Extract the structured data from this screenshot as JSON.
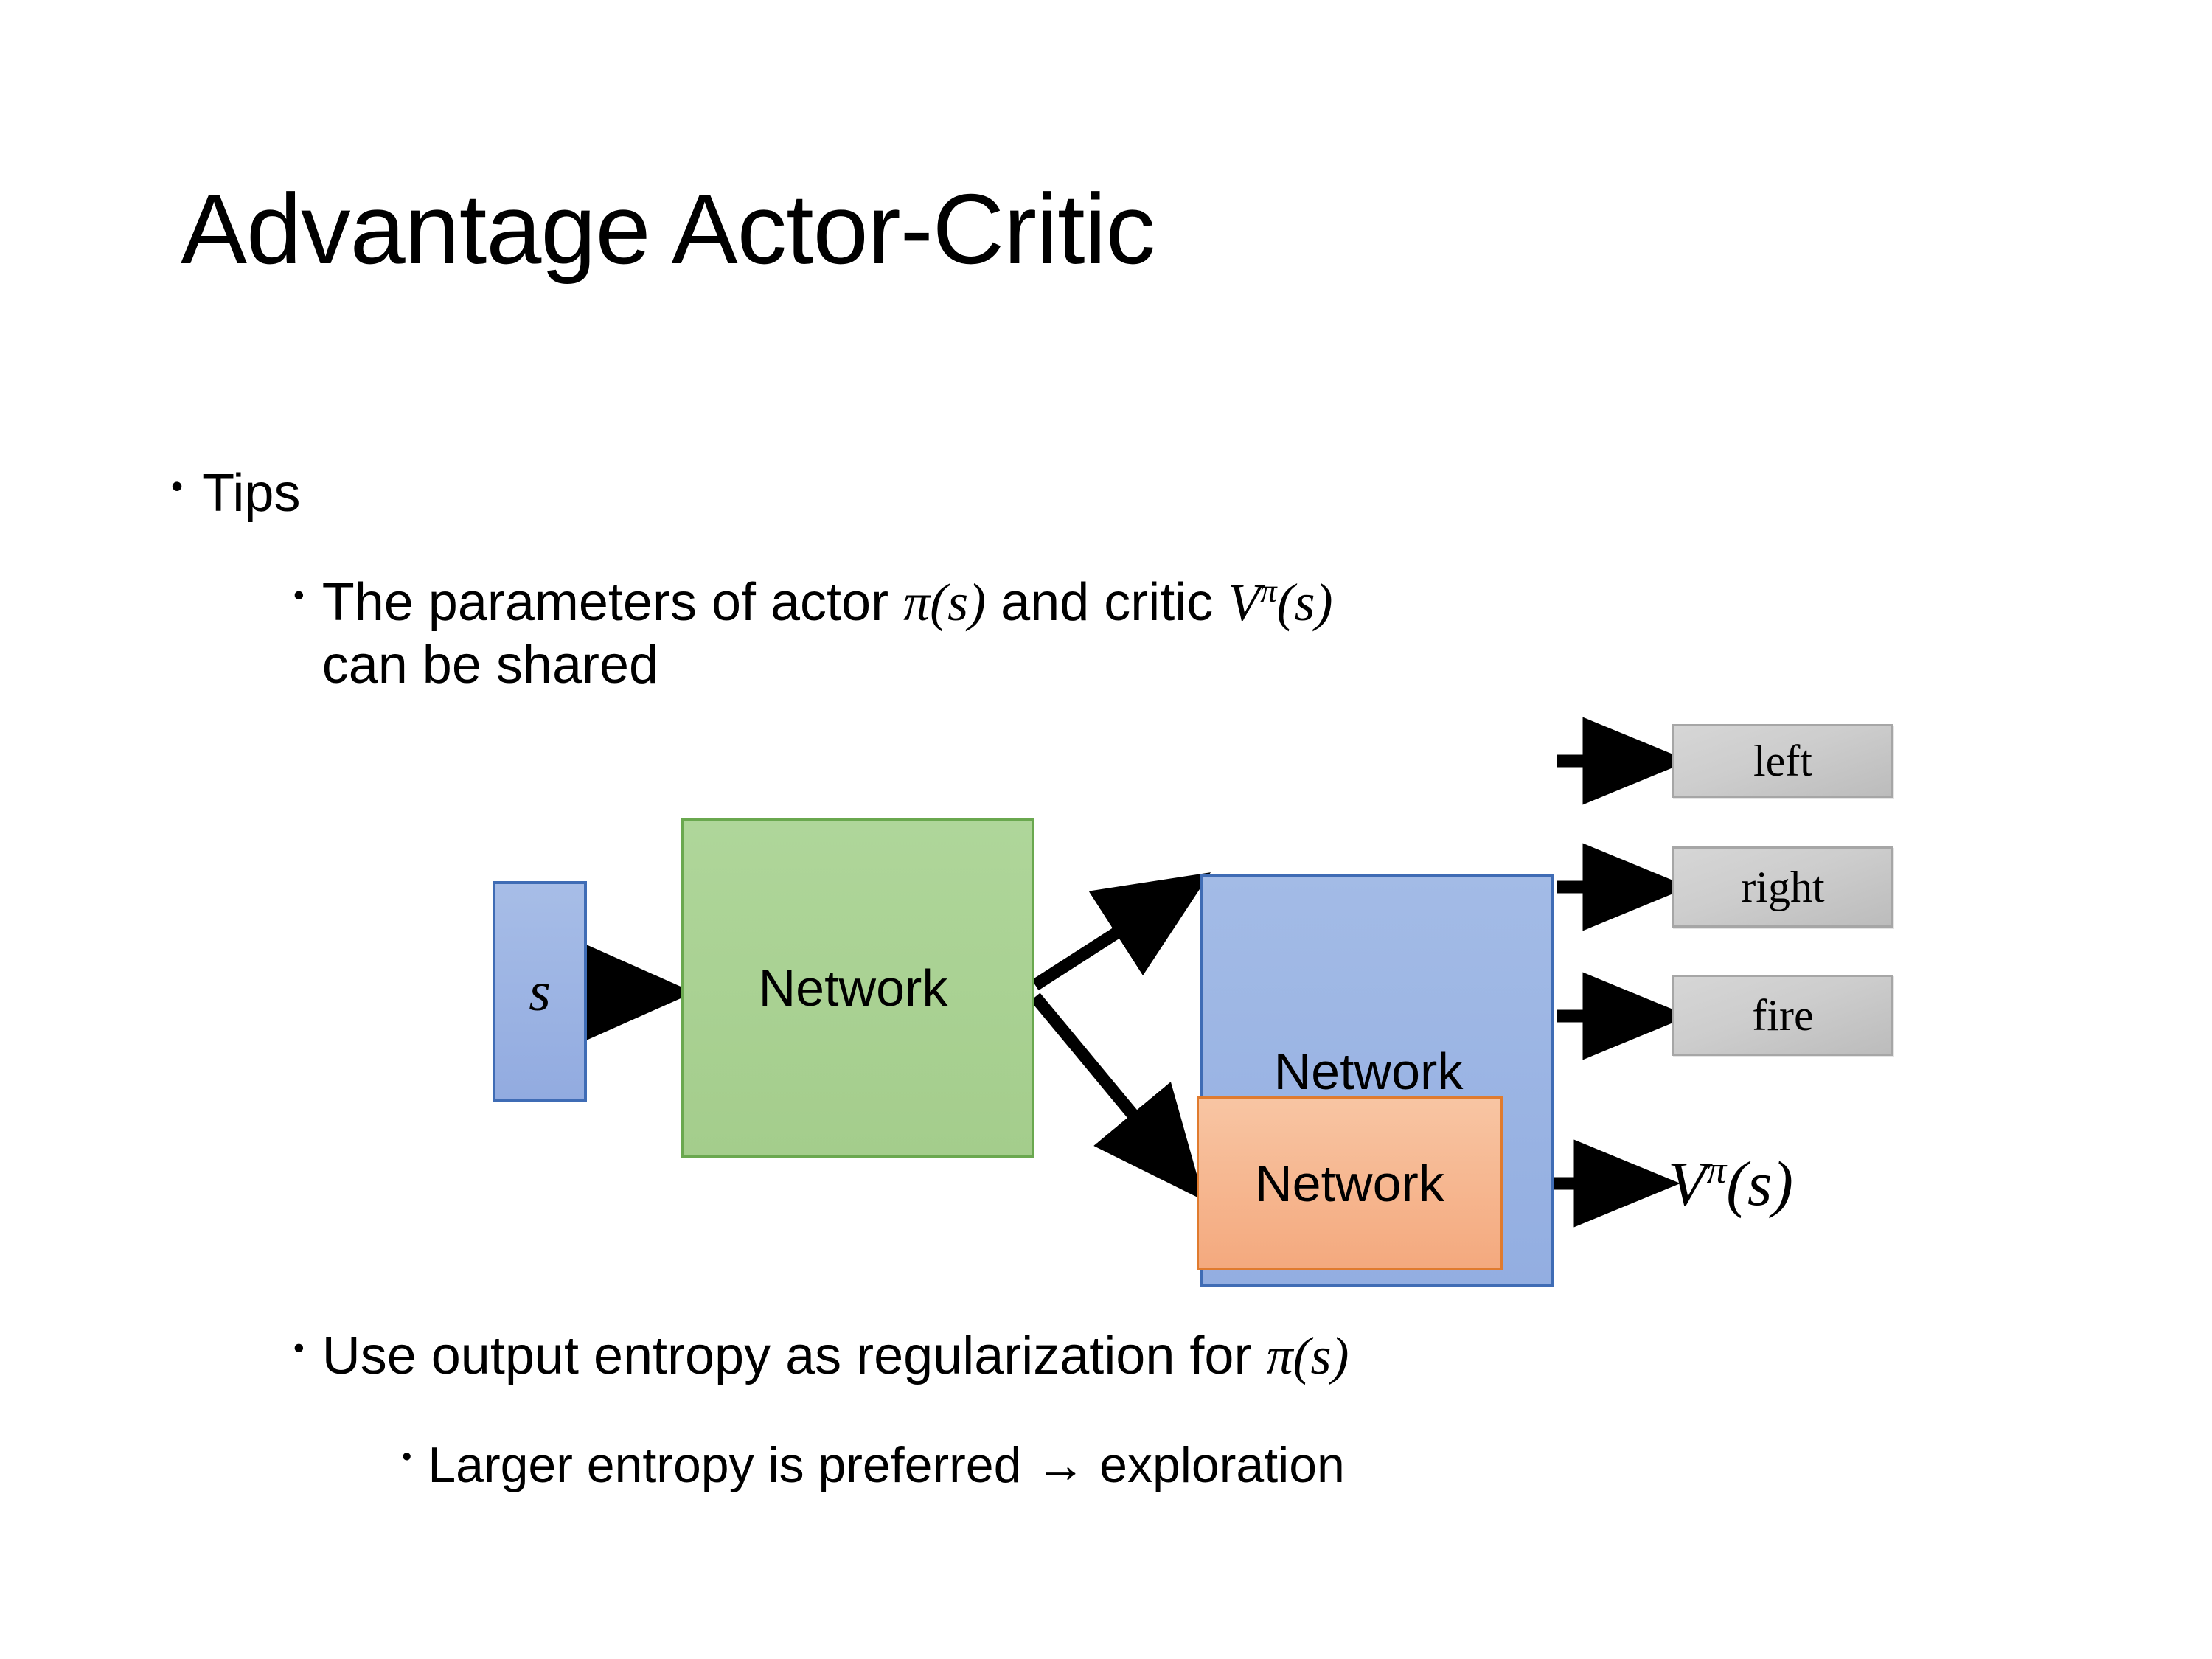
{
  "slide": {
    "title": "Advantage Actor-Critic",
    "background_color": "#ffffff"
  },
  "bullets": {
    "tips": {
      "marker": "•",
      "text": "Tips"
    },
    "params": {
      "marker": "•",
      "text_before": "The parameters of actor ",
      "math_pi": "π(s)",
      "text_middle": "  and critic ",
      "math_v_base": "V",
      "math_v_sup": "π",
      "math_v_arg": "(s)",
      "text_after": "can be shared"
    },
    "entropy": {
      "marker": "•",
      "text_before": "Use output entropy as regularization for ",
      "math_pi": "π(s)"
    },
    "larger": {
      "marker": "•",
      "text": "Larger entropy is preferred → exploration"
    }
  },
  "diagram": {
    "state_box": {
      "label": "s",
      "fill": "#9bb4e4",
      "border": "#3f6cb5"
    },
    "shared_network": {
      "label": "Network",
      "fill": "#a9d18e",
      "border": "#6aa84f"
    },
    "actor_network": {
      "label": "Network",
      "fill": "#9bb4e4",
      "border": "#3f6cb5"
    },
    "critic_network": {
      "label": "Network",
      "fill": "#f4b183",
      "border": "#e07b2e"
    },
    "action_outputs": [
      {
        "label": "left",
        "fill": "#c9c9c9",
        "border": "#a6a6a6"
      },
      {
        "label": "right",
        "fill": "#c9c9c9",
        "border": "#a6a6a6"
      },
      {
        "label": "fire",
        "fill": "#c9c9c9",
        "border": "#a6a6a6"
      }
    ],
    "value_output": {
      "base": "V",
      "sup": "π",
      "arg": "(s)"
    },
    "arrow_color": "#000000"
  }
}
